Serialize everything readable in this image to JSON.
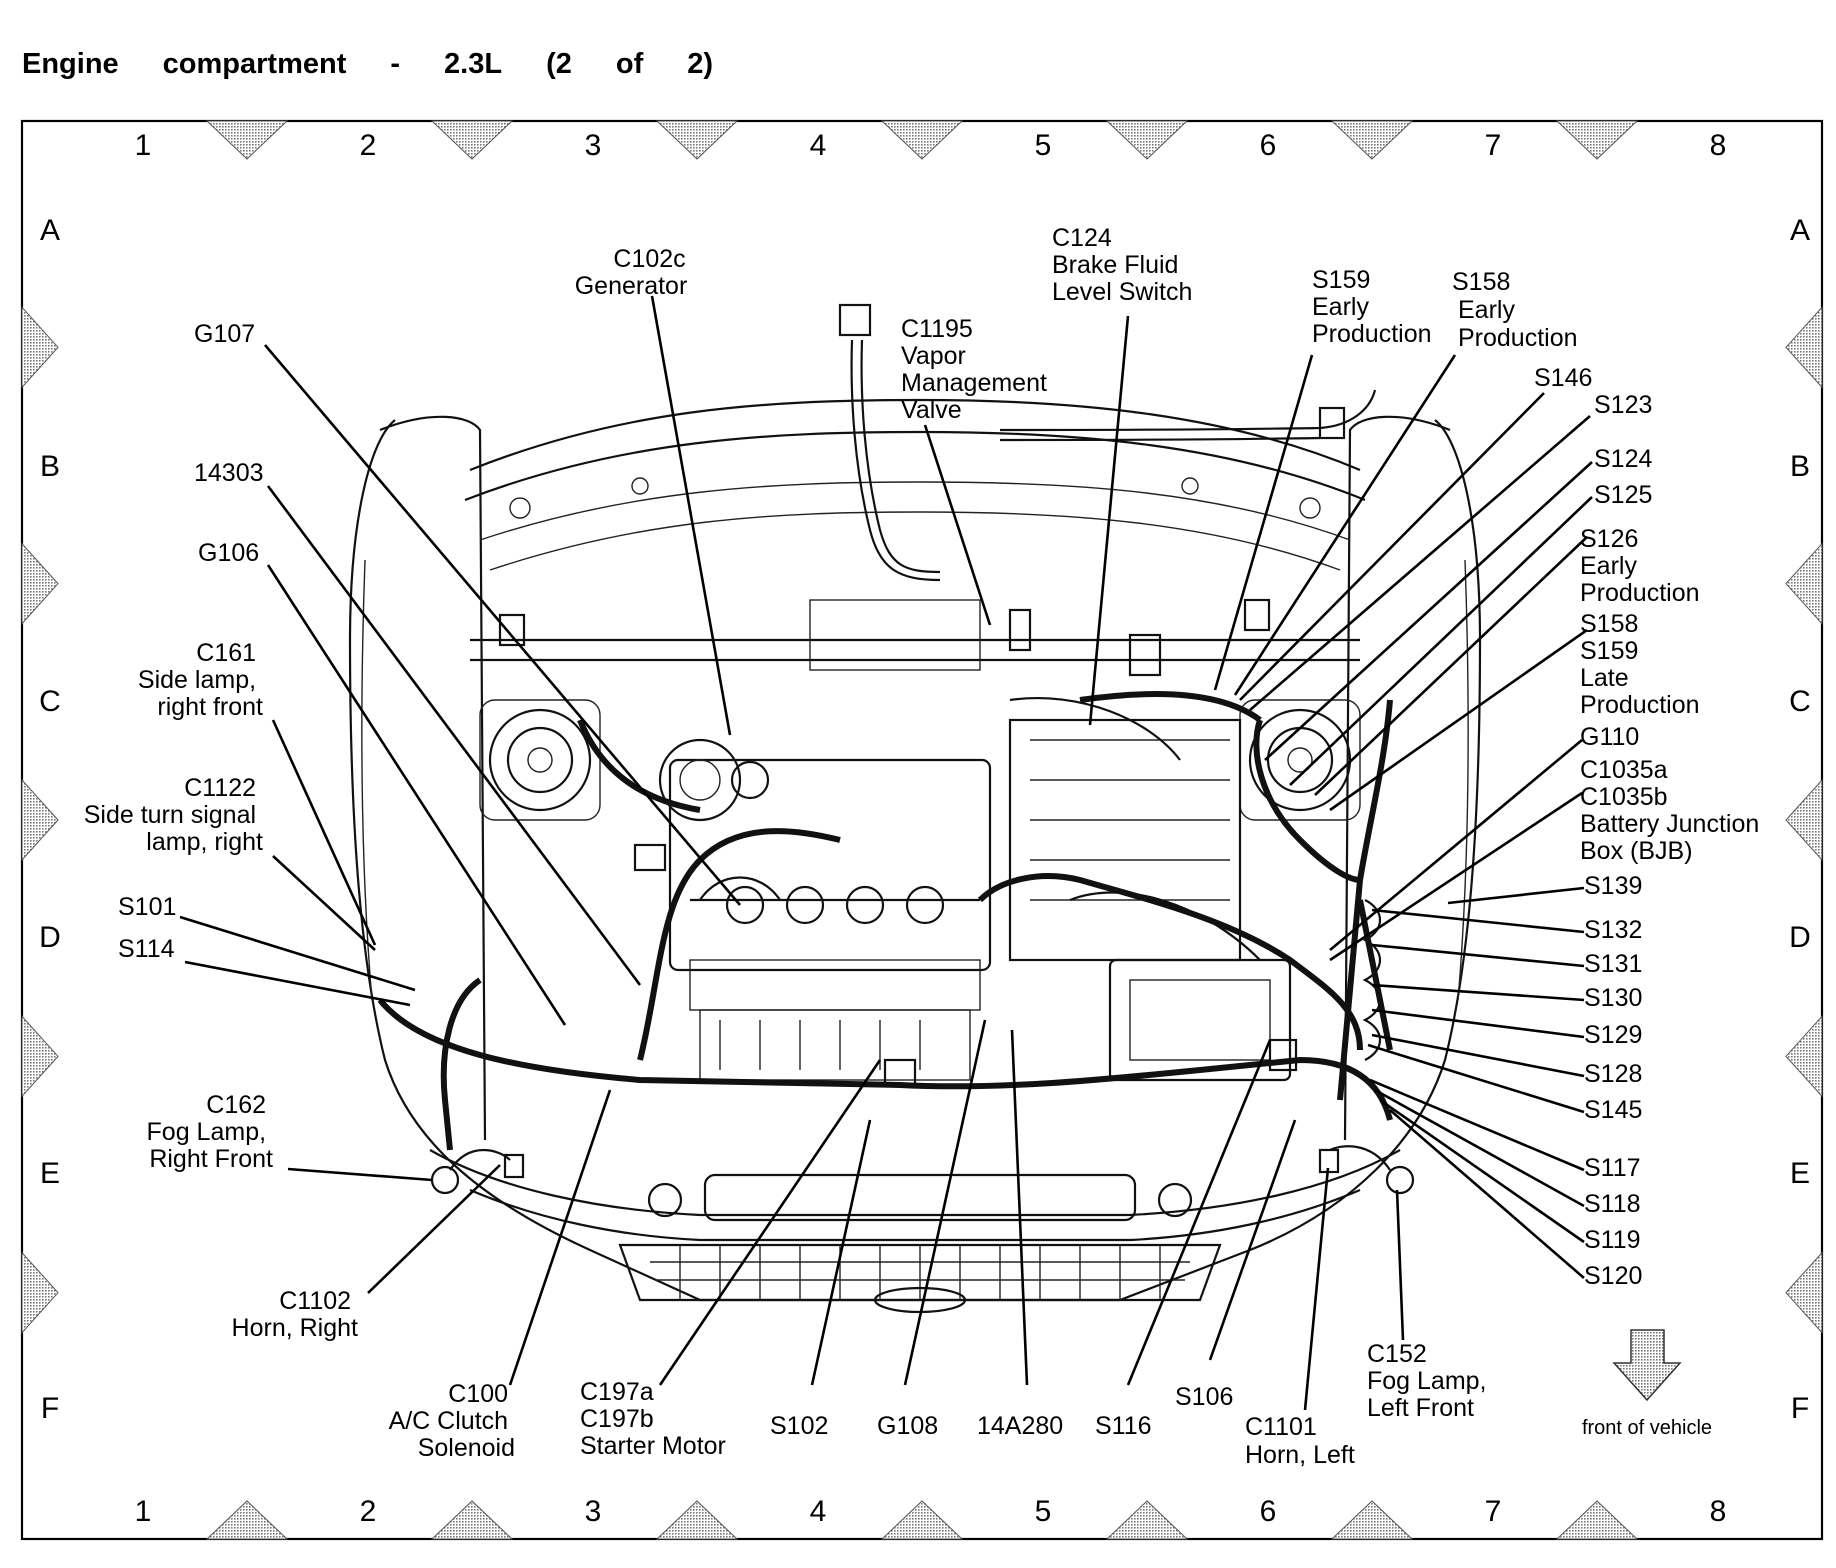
{
  "title_words": [
    "Engine",
    "compartment",
    "-",
    "2.3L",
    "(2",
    "of",
    "2)"
  ],
  "grid": {
    "columns": [
      "1",
      "2",
      "3",
      "4",
      "5",
      "6",
      "7",
      "8"
    ],
    "rows": [
      "A",
      "B",
      "C",
      "D",
      "E",
      "F"
    ]
  },
  "labels": {
    "c102c": [
      "C102c",
      "Generator"
    ],
    "c124": [
      "C124",
      "Brake Fluid",
      "Level Switch"
    ],
    "c1195": [
      "C1195",
      "Vapor",
      "Management",
      "Valve"
    ],
    "s159_early": [
      "S159",
      "Early",
      "Production"
    ],
    "s158_early": [
      "S158",
      "Early",
      "Production"
    ],
    "g107": [
      "G107"
    ],
    "n14303": [
      "14303"
    ],
    "g106": [
      "G106"
    ],
    "c161": [
      "C161",
      "Side lamp,",
      "right front"
    ],
    "c1122": [
      "C1122",
      "Side turn signal",
      "lamp, right"
    ],
    "s101": [
      "S101"
    ],
    "s114": [
      "S114"
    ],
    "c162": [
      "C162",
      "Fog Lamp,",
      "Right Front"
    ],
    "c1102": [
      "C1102",
      "Horn, Right"
    ],
    "c100": [
      "C100",
      "A/C Clutch",
      "Solenoid"
    ],
    "c197": [
      "C197a",
      "C197b",
      "Starter Motor"
    ],
    "s102": [
      "S102"
    ],
    "g108": [
      "G108"
    ],
    "n14a280": [
      "14A280"
    ],
    "s116": [
      "S116"
    ],
    "s106": [
      "S106"
    ],
    "c1101": [
      "C1101",
      "Horn, Left"
    ],
    "c152": [
      "C152",
      "Fog Lamp,",
      "Left Front"
    ],
    "s146": [
      "S146"
    ],
    "s123": [
      "S123"
    ],
    "s124": [
      "S124"
    ],
    "s125": [
      "S125"
    ],
    "s126": [
      "S126",
      "Early",
      "Production"
    ],
    "s158_s159_late": [
      "S158",
      "S159",
      "Late",
      "Production"
    ],
    "g110": [
      "G110"
    ],
    "c1035": [
      "C1035a",
      "C1035b",
      "Battery Junction",
      "Box (BJB)"
    ],
    "s139": [
      "S139"
    ],
    "s132": [
      "S132"
    ],
    "s131": [
      "S131"
    ],
    "s130": [
      "S130"
    ],
    "s129": [
      "S129"
    ],
    "s128": [
      "S128"
    ],
    "s145": [
      "S145"
    ],
    "s117": [
      "S117"
    ],
    "s118": [
      "S118"
    ],
    "s119": [
      "S119"
    ],
    "s120": [
      "S120"
    ]
  },
  "front_of_vehicle": "front of vehicle",
  "icons": {
    "direction": "down-arrow-icon"
  }
}
